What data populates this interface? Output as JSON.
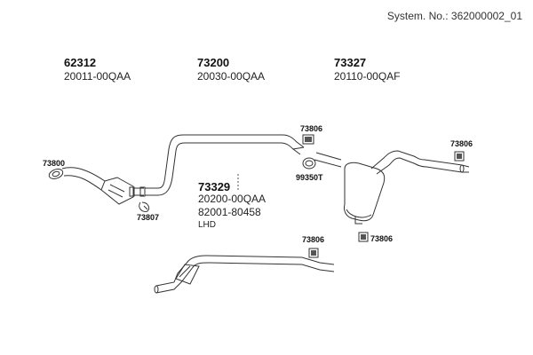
{
  "header": {
    "system_number": "System. No.: 362000002_01"
  },
  "groups": [
    {
      "part": "62312",
      "code": "20011-00QAA"
    },
    {
      "part": "73200",
      "code": "20030-00QAA"
    },
    {
      "part": "73327",
      "code": "20110-00QAF"
    },
    {
      "part": "73329",
      "code": "20200-00QAA",
      "code2": "82001-80458",
      "note": "LHD"
    }
  ],
  "callouts": {
    "c73800": "73800",
    "c73807": "73807",
    "c73806_top": "73806",
    "c99350T": "99350T",
    "c73806_right": "73806",
    "c73806_bottom_left": "73806",
    "c73806_bottom_right": "73806"
  }
}
